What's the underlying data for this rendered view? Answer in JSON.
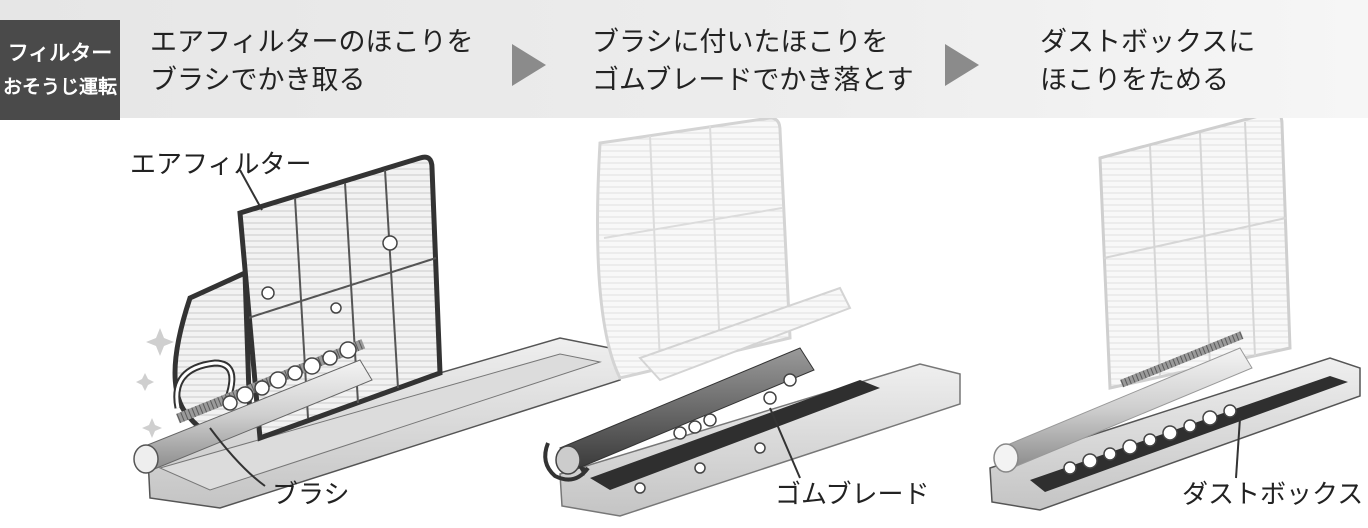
{
  "header": {
    "badge_line1": "フィルター",
    "badge_line2": "おそうじ運転",
    "steps": [
      {
        "line1": "エアフィルターのほこりを",
        "line2": "ブラシでかき取る"
      },
      {
        "line1": "ブラシに付いたほこりを",
        "line2": "ゴムブレードでかき落とす"
      },
      {
        "line1": "ダストボックスに",
        "line2": "ほこりをためる"
      }
    ]
  },
  "labels": {
    "filter": "エアフィルター",
    "brush": "ブラシ",
    "blade": "ゴムブレード",
    "dustbox": "ダストボックス"
  },
  "colors": {
    "badge_bg": "#4a4a4a",
    "header_bg": "#e9e9e9",
    "arrow": "#8b8b8b"
  }
}
